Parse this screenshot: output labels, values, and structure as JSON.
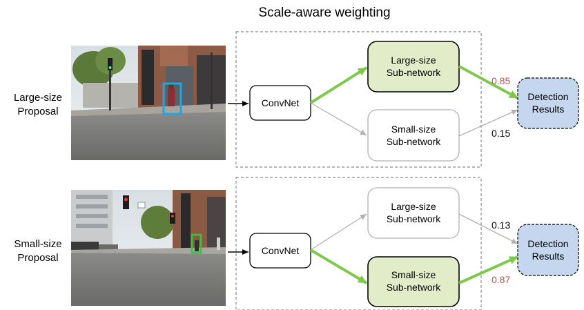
{
  "title": "Scale-aware weighting",
  "colors": {
    "active_box": "#e2ecc9",
    "result_box": "#c5d7ee",
    "active_arrow": "#7fc94a",
    "inactive": "#b0b0b0",
    "active_weight": "#c0504d",
    "large_bbox": "#1fa6e0",
    "small_bbox": "#39c43a"
  },
  "rows": [
    {
      "proposal_label": [
        "Large-size",
        "Proposal"
      ],
      "image_icon": "street-scene-large-pedestrian",
      "convnet_label": "ConvNet",
      "large_subnet": [
        "Large-size",
        "Sub-network"
      ],
      "small_subnet": [
        "Small-size",
        "Sub-network"
      ],
      "active": "large",
      "weight_large": "0.85",
      "weight_small": "0.15",
      "result": [
        "Detection",
        "Results"
      ]
    },
    {
      "proposal_label": [
        "Small-size",
        "Proposal"
      ],
      "image_icon": "street-scene-small-pedestrian",
      "convnet_label": "ConvNet",
      "large_subnet": [
        "Large-size",
        "Sub-network"
      ],
      "small_subnet": [
        "Small-size",
        "Sub-network"
      ],
      "active": "small",
      "weight_large": "0.13",
      "weight_small": "0.87",
      "result": [
        "Detection",
        "Results"
      ]
    }
  ]
}
